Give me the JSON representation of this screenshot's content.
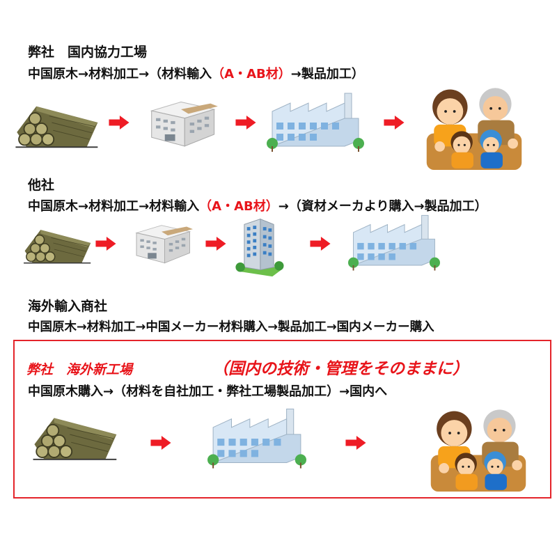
{
  "section1": {
    "title": "弊社　国内協力工場",
    "flow": {
      "pre": "中国原木→材料加工→（材料輸入",
      "highlight": "（A・AB材）",
      "post": "→製品加工）"
    },
    "icons": [
      "logs-icon",
      "arrow-icon",
      "warehouse-icon",
      "arrow-icon",
      "factory-icon",
      "arrow-icon",
      "family-icon"
    ]
  },
  "section2": {
    "title": "他社",
    "flow": {
      "pre": "中国原木→材料加工→材料輸入",
      "highlight": "（A・AB材）",
      "post": "→（資材メーカより購入→製品加工）"
    },
    "icons": [
      "logs-icon",
      "arrow-icon",
      "warehouse-icon",
      "arrow-icon",
      "office-building-icon",
      "arrow-icon",
      "factory-icon"
    ]
  },
  "section3": {
    "title": "海外輸入商社",
    "flow": "中国原木→材料加工→中国メーカー材料購入→製品加工→国内メーカー購入"
  },
  "section4": {
    "title": "弊社　海外新工場",
    "slogan": "（国内の技術・管理をそのままに）",
    "flow": "中国原木購入→（材料を自社加工・弊社工場製品加工）→国内へ",
    "icons": [
      "logs-icon",
      "arrow-icon",
      "factory-icon",
      "arrow-icon",
      "family-icon"
    ]
  },
  "colors": {
    "accent_red": "#e8141a",
    "frame_red": "#e4242a",
    "factory_blue": "#cfe2f3",
    "family_orange": "#f39a1f"
  }
}
